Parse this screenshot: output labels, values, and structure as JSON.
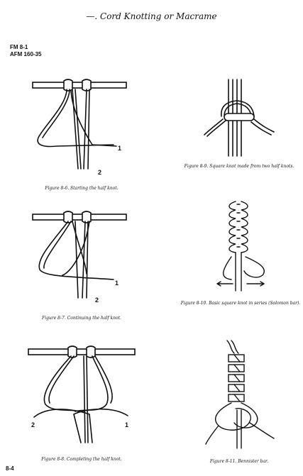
{
  "header": {
    "chapter_title": "—. Cord Knotting or Macrame",
    "fm_number": "FM 8-1",
    "afm_number": "AFM 160-35"
  },
  "figures": [
    {
      "id": "8-6",
      "caption": "Figure 8-6. Starting the half knot.",
      "labels": [
        "1",
        "2"
      ]
    },
    {
      "id": "8-7",
      "caption": "Figure 8-7. Continuing the half knot.",
      "labels": [
        "1",
        "2"
      ]
    },
    {
      "id": "8-8",
      "caption": "Figure 8-8. Completing the half knot.",
      "labels": [
        "2",
        "1"
      ]
    },
    {
      "id": "8-9",
      "caption": "Figure 8-9. Square knot made from two half knots."
    },
    {
      "id": "8-10",
      "caption": "Figure 8-10. Basic square knot in series (Solomon bar)."
    },
    {
      "id": "8-11",
      "caption": "Figure 8-11. Bennister bar."
    }
  ],
  "footer": {
    "page_number": "8-4"
  }
}
